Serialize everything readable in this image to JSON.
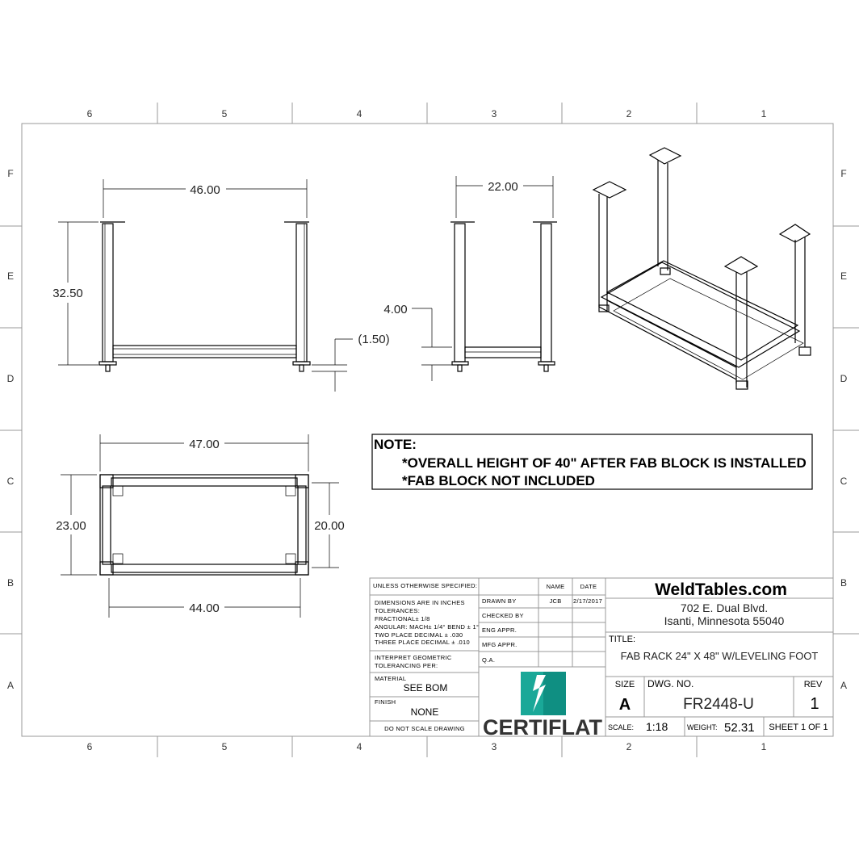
{
  "zones": {
    "columns": [
      "6",
      "5",
      "4",
      "3",
      "2",
      "1"
    ],
    "rows": [
      "F",
      "E",
      "D",
      "C",
      "B",
      "A"
    ]
  },
  "front_view": {
    "width": "46.00",
    "height": "32.50",
    "foot": "(1.50)"
  },
  "side_view": {
    "width": "22.00",
    "bar_height": "4.00"
  },
  "top_view": {
    "outer_length": "47.00",
    "inner_length": "44.00",
    "outer_width": "23.00",
    "inner_width": "20.00"
  },
  "note": {
    "heading": "NOTE:",
    "lines": [
      "*OVERALL HEIGHT OF 40\"  AFTER FAB BLOCK IS INSTALLED",
      "*FAB BLOCK NOT INCLUDED"
    ]
  },
  "title_block": {
    "unless_specified": "UNLESS OTHERWISE SPECIFIED:",
    "tolerances": [
      "DIMENSIONS ARE IN INCHES",
      "TOLERANCES:",
      "FRACTIONAL± 1/8",
      "ANGULAR: MACH± 1/4° BEND ± 1°",
      "TWO PLACE DECIMAL   ± .030",
      "THREE PLACE DECIMAL  ± .010"
    ],
    "interpret": [
      "INTERPRET GEOMETRIC",
      "TOLERANCING PER:"
    ],
    "material_label": "MATERIAL",
    "material": "SEE BOM",
    "finish_label": "FINISH",
    "finish": "NONE",
    "do_not_scale": "DO NOT SCALE DRAWING",
    "name_header": "NAME",
    "date_header": "DATE",
    "drawn_by_label": "DRAWN BY",
    "drawn_by": "JCB",
    "drawn_date": "2/17/2017",
    "checked_by": "CHECKED BY",
    "eng_appr": "ENG APPR.",
    "mfg_appr": "MFG APPR.",
    "qa": "Q.A.",
    "logo_text": "CERTIFLAT",
    "logo_colors": {
      "teal": "#1aa898",
      "dark": "#333333"
    },
    "company": "WeldTables.com",
    "address1": "702 E. Dual Blvd.",
    "address2": "Isanti, Minnesota 55040",
    "title_label": "TITLE:",
    "title": "FAB RACK 24\" X 48\" W/LEVELING FOOT",
    "size_label": "SIZE",
    "size": "A",
    "dwg_no_label": "DWG.  NO.",
    "dwg_no": "FR2448-U",
    "rev_label": "REV",
    "rev": "1",
    "scale_label": "SCALE:",
    "scale": "1:18",
    "weight_label": "WEIGHT:",
    "weight": "52.31",
    "sheet": "SHEET 1 OF 1"
  }
}
